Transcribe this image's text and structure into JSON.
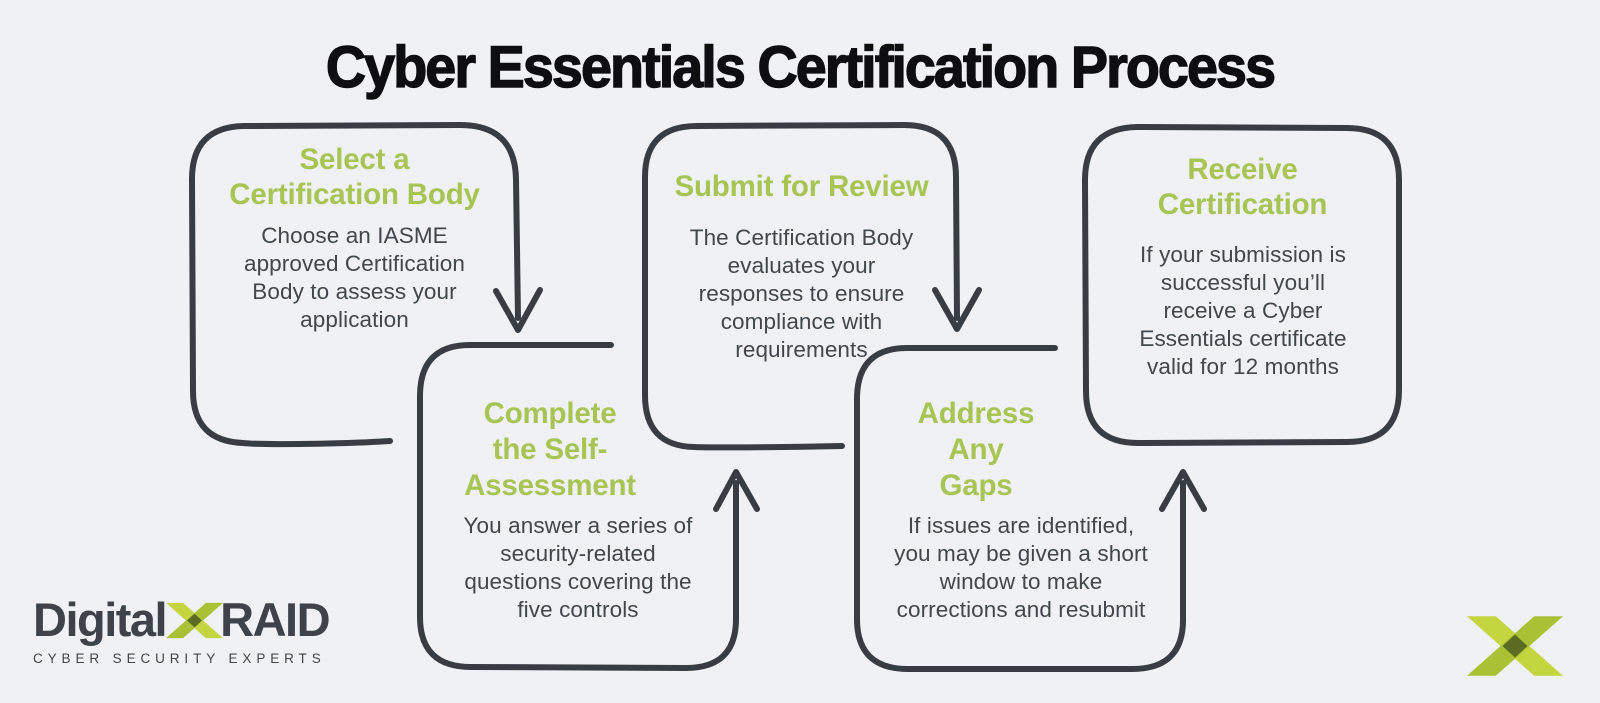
{
  "title": "Cyber Essentials Certification Process",
  "steps": [
    {
      "heading": "Select a\nCertification Body",
      "body": "Choose an IASME\napproved Certification\nBody to assess your\napplication"
    },
    {
      "heading": "Complete\nthe Self-\nAssessment",
      "body": "You answer a series of\nsecurity-related\nquestions covering the\nfive controls"
    },
    {
      "heading": "Submit for Review",
      "body": "The Certification Body\nevaluates your\nresponses to ensure\ncompliance with\nrequirements"
    },
    {
      "heading": "Address\nAny\nGaps",
      "body": "If issues are identified,\nyou may be given a short\nwindow to make\ncorrections and resubmit"
    },
    {
      "heading": "Receive\nCertification",
      "body": "If your submission is\nsuccessful you’ll\nreceive a Cyber\nEssentials certificate\nvalid for 12 months"
    }
  ],
  "logo": {
    "prefix": "Digital",
    "suffix": "RAID",
    "tagline": "CYBER SECURITY EXPERTS",
    "x_icon": "digitalxraid-x-icon"
  },
  "icons": {
    "corner_mark": "digitalxraid-x-icon",
    "flow_arrows": [
      "arrow-down",
      "arrow-up",
      "arrow-down",
      "arrow-up"
    ]
  },
  "colors": {
    "background": "#eff1f4",
    "outline_stroke": "#383d43",
    "accent_green": "#a7c454",
    "body_text": "#42474d",
    "title_text": "#0e0e10",
    "logo_text": "#3e434a",
    "logo_green_light": "#c3d63f",
    "logo_green_mid": "#aac136",
    "logo_green_dark": "#5c6b22"
  }
}
